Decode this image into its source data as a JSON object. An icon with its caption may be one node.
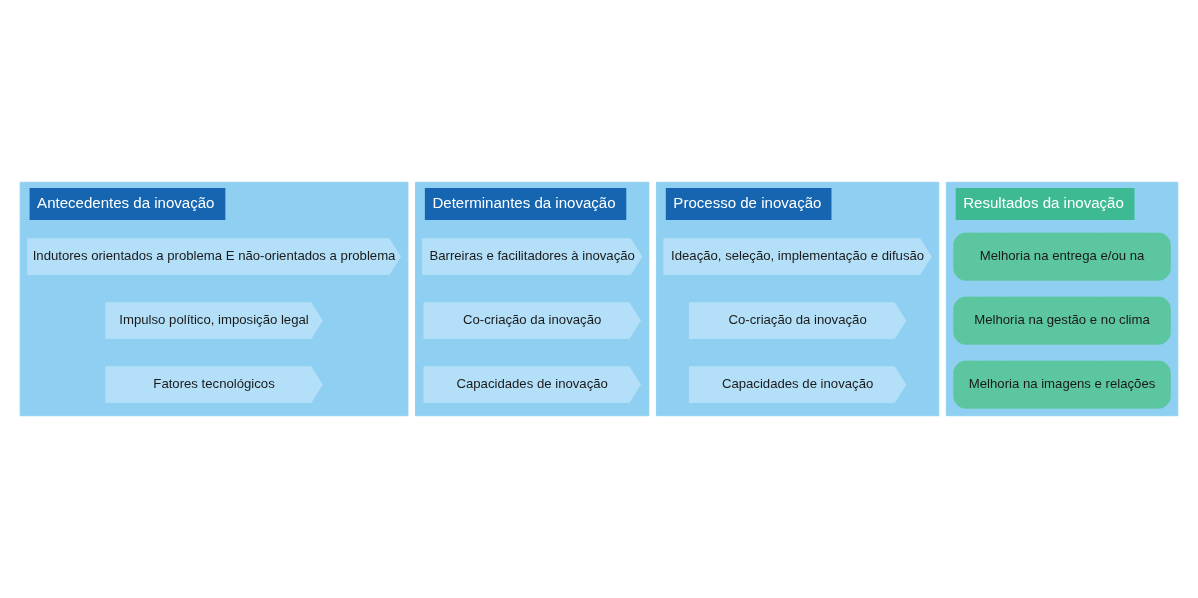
{
  "diagram": {
    "nodes": [
      {
        "text": [
          "Antecedentes da inovação"
        ]
      },
      {
        "text": [
          "Indutores orientados a problema E não-orientados a problema"
        ],
        "in": 0
      },
      {
        "text": [
          "Impulso político, imposição legal"
        ],
        "in": 0
      },
      {
        "text": [
          "Fatores tecnológicos"
        ],
        "in": 0
      },
      {
        "text": [
          "Determinantes da inovação"
        ]
      },
      {
        "text": [
          "Barreiras e facilitadores à inovação"
        ],
        "in": 4
      },
      {
        "text": [
          "Co-criação da inovação"
        ],
        "in": 4
      },
      {
        "text": [
          "Capacidades de inovação"
        ],
        "in": 4
      },
      {
        "text": [
          "Processo de inovação"
        ]
      },
      {
        "text": [
          "Ideação, seleção, implementação e difusão"
        ],
        "in": 8
      },
      {
        "text": [
          "Co-criação da inovação"
        ],
        "in": 8
      },
      {
        "text": [
          "Capacidades de inovação"
        ],
        "in": 8
      },
      {
        "text": [
          "Resultados da inovação"
        ]
      },
      {
        "text": [
          "Melhoria na entrega e/ou na"
        ],
        "in": 12
      },
      {
        "text": [
          "Melhoria na gestão e no clima"
        ],
        "in": 12
      },
      {
        "text": [
          "Melhoria na imagens e relações"
        ],
        "in": 12
      }
    ],
    "edges": []
  }
}
